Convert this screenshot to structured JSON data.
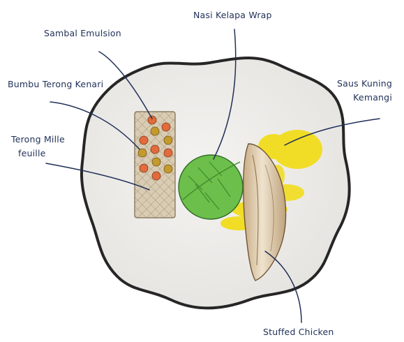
{
  "labels": {
    "sambal": "Sambal Emulsion",
    "bumbu": "Bumbu Terong Kenari",
    "terong_line1": "Terong Mille",
    "terong_line2": "feuille",
    "nasi": "Nasi Kelapa Wrap",
    "saus_line1": "Saus Kuning",
    "saus_line2": "Kemangi",
    "chicken": "Stuffed Chicken"
  },
  "colors": {
    "plate_rim": "#2b2b2b",
    "plate": "#efeeeb",
    "terong": "#d6c8b0",
    "sambal_dot": "#e36a3a",
    "kenari_dot": "#c49a2c",
    "wrap": "#6cbf4a",
    "sauce": "#f1dd26",
    "chicken": "#d9c7a8",
    "callout_line": "#1f2f57"
  }
}
